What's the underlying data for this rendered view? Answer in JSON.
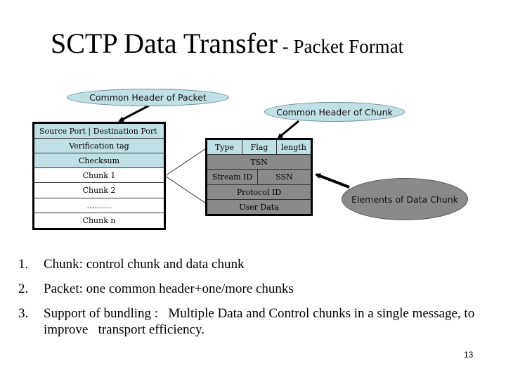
{
  "slide": {
    "title_main": "SCTP Data Transfer",
    "title_sub": " - Packet Format",
    "page_number": "13"
  },
  "callouts": {
    "packet_header": "Common Header of Packet",
    "chunk_header": "Common Header of Chunk",
    "data_chunk_elements": "Elements of Data Chunk"
  },
  "packet_table": {
    "rows": [
      {
        "label": "Source Port | Destination Port",
        "style": "header"
      },
      {
        "label": "Verification tag",
        "style": "header"
      },
      {
        "label": "Checksum",
        "style": "header"
      },
      {
        "label": "Chunk 1",
        "style": "chunk"
      },
      {
        "label": "Chunk 2",
        "style": "chunk"
      },
      {
        "label": "..........",
        "style": "chunk"
      },
      {
        "label": "Chunk n",
        "style": "chunk"
      }
    ]
  },
  "data_chunk_table": {
    "header_row": [
      "Type",
      "Flag",
      "length"
    ],
    "tsn": "TSN",
    "stream_row": [
      "Stream ID",
      "SSN"
    ],
    "protocol_id": "Protocol ID",
    "user_data": "User Data"
  },
  "points": [
    {
      "num": "1.",
      "text": "Chunk:  control chunk and data chunk"
    },
    {
      "num": "2.",
      "text": "Packet: one common header+one/more chunks"
    },
    {
      "num": "3.",
      "text": "Support of bundling :   Multiple Data and Control chunks in a single message, to improve   transport efficiency."
    }
  ],
  "colors": {
    "header_fill": "#bfe0e4",
    "data_fill": "#8a8a8a",
    "border": "#000000"
  }
}
